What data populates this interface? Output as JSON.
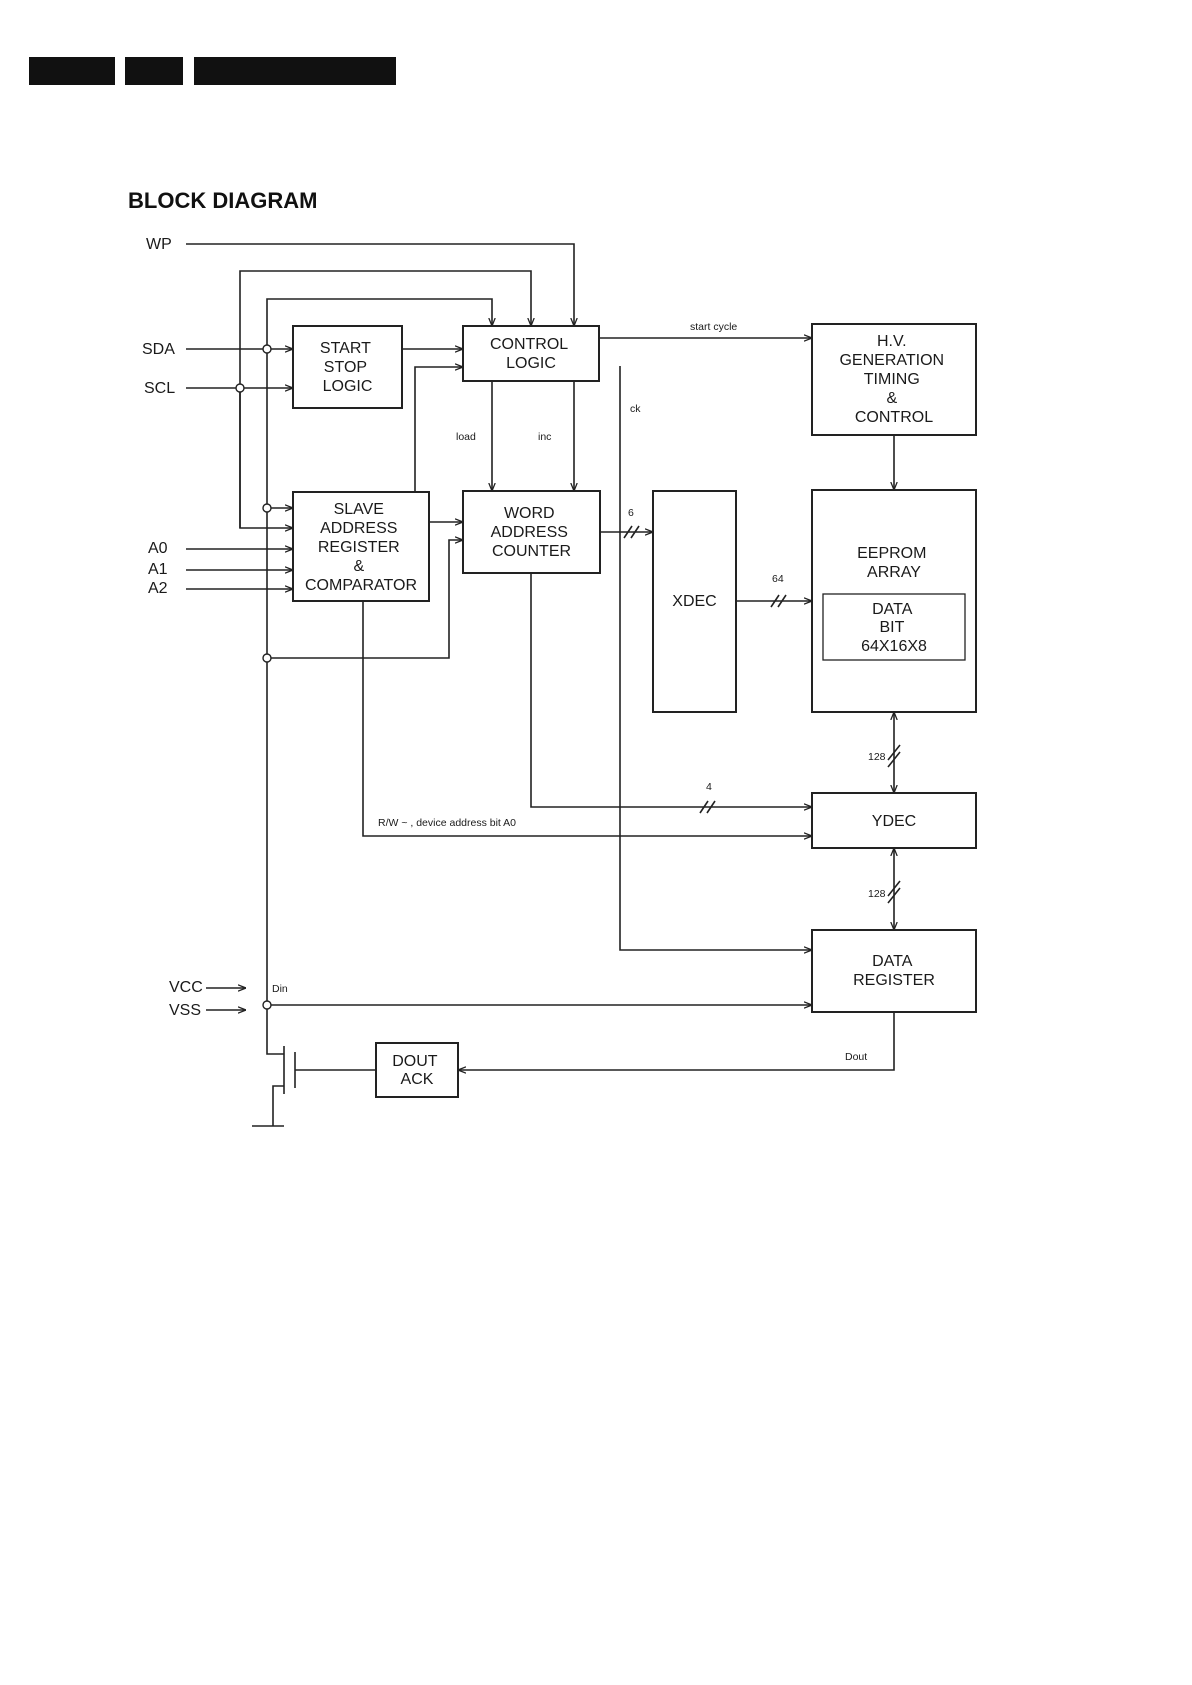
{
  "header": {
    "title": "BLOCK DIAGRAM"
  },
  "pins": {
    "wp": "WP",
    "sda": "SDA",
    "scl": "SCL",
    "a0": "A0",
    "a1": "A1",
    "a2": "A2",
    "vcc": "VCC",
    "vss": "VSS"
  },
  "blocks": {
    "start_stop_logic": [
      "START",
      "STOP",
      "LOGIC"
    ],
    "control_logic": [
      "CONTROL",
      "LOGIC"
    ],
    "slave_address": [
      "SLAVE",
      "ADDRESS",
      "REGISTER",
      "&",
      "COMPARATOR"
    ],
    "word_address_counter": [
      "WORD",
      "ADDRESS",
      "COUNTER"
    ],
    "hv_generation": [
      "H.V.",
      "GENERATION",
      "TIMING",
      "&",
      "CONTROL"
    ],
    "eeprom_array": [
      "EEPROM",
      "ARRAY"
    ],
    "data_bit": [
      "DATA",
      "BIT",
      "64X16X8"
    ],
    "xdec": [
      "XDEC"
    ],
    "ydec": [
      "YDEC"
    ],
    "data_register": [
      "DATA",
      "REGISTER"
    ],
    "dout_ack": [
      "DOUT",
      "ACK"
    ]
  },
  "signals": {
    "start_cycle": "start  cycle",
    "ck": "ck",
    "load": "load",
    "inc": "inc",
    "bus6": "6",
    "bus64": "64",
    "bus4": "4",
    "bus128_top": "128",
    "bus128_bottom": "128",
    "rw_device_address": "R/W ~ , device  address bit  A0",
    "din": "Din",
    "dout": "Dout"
  }
}
